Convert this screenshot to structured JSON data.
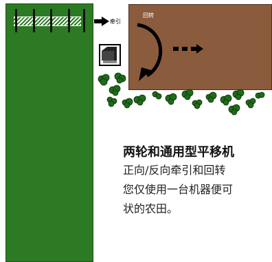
{
  "diagram": {
    "labels": {
      "traction": "牵引",
      "rotation": "回转"
    },
    "colors": {
      "grass": "#2d7a24",
      "soil": "#8b5b3d",
      "arrow": "#000000"
    },
    "icons": {
      "fence": "fence-icon",
      "machine": "mower-machine-icon",
      "bushes": "bush-icon"
    }
  },
  "text": {
    "title": "两轮和通用型平移机",
    "line1": "正向/反向牵引和回转",
    "line2": "您仅使用一台机器便可",
    "line3": "状的农田。"
  }
}
